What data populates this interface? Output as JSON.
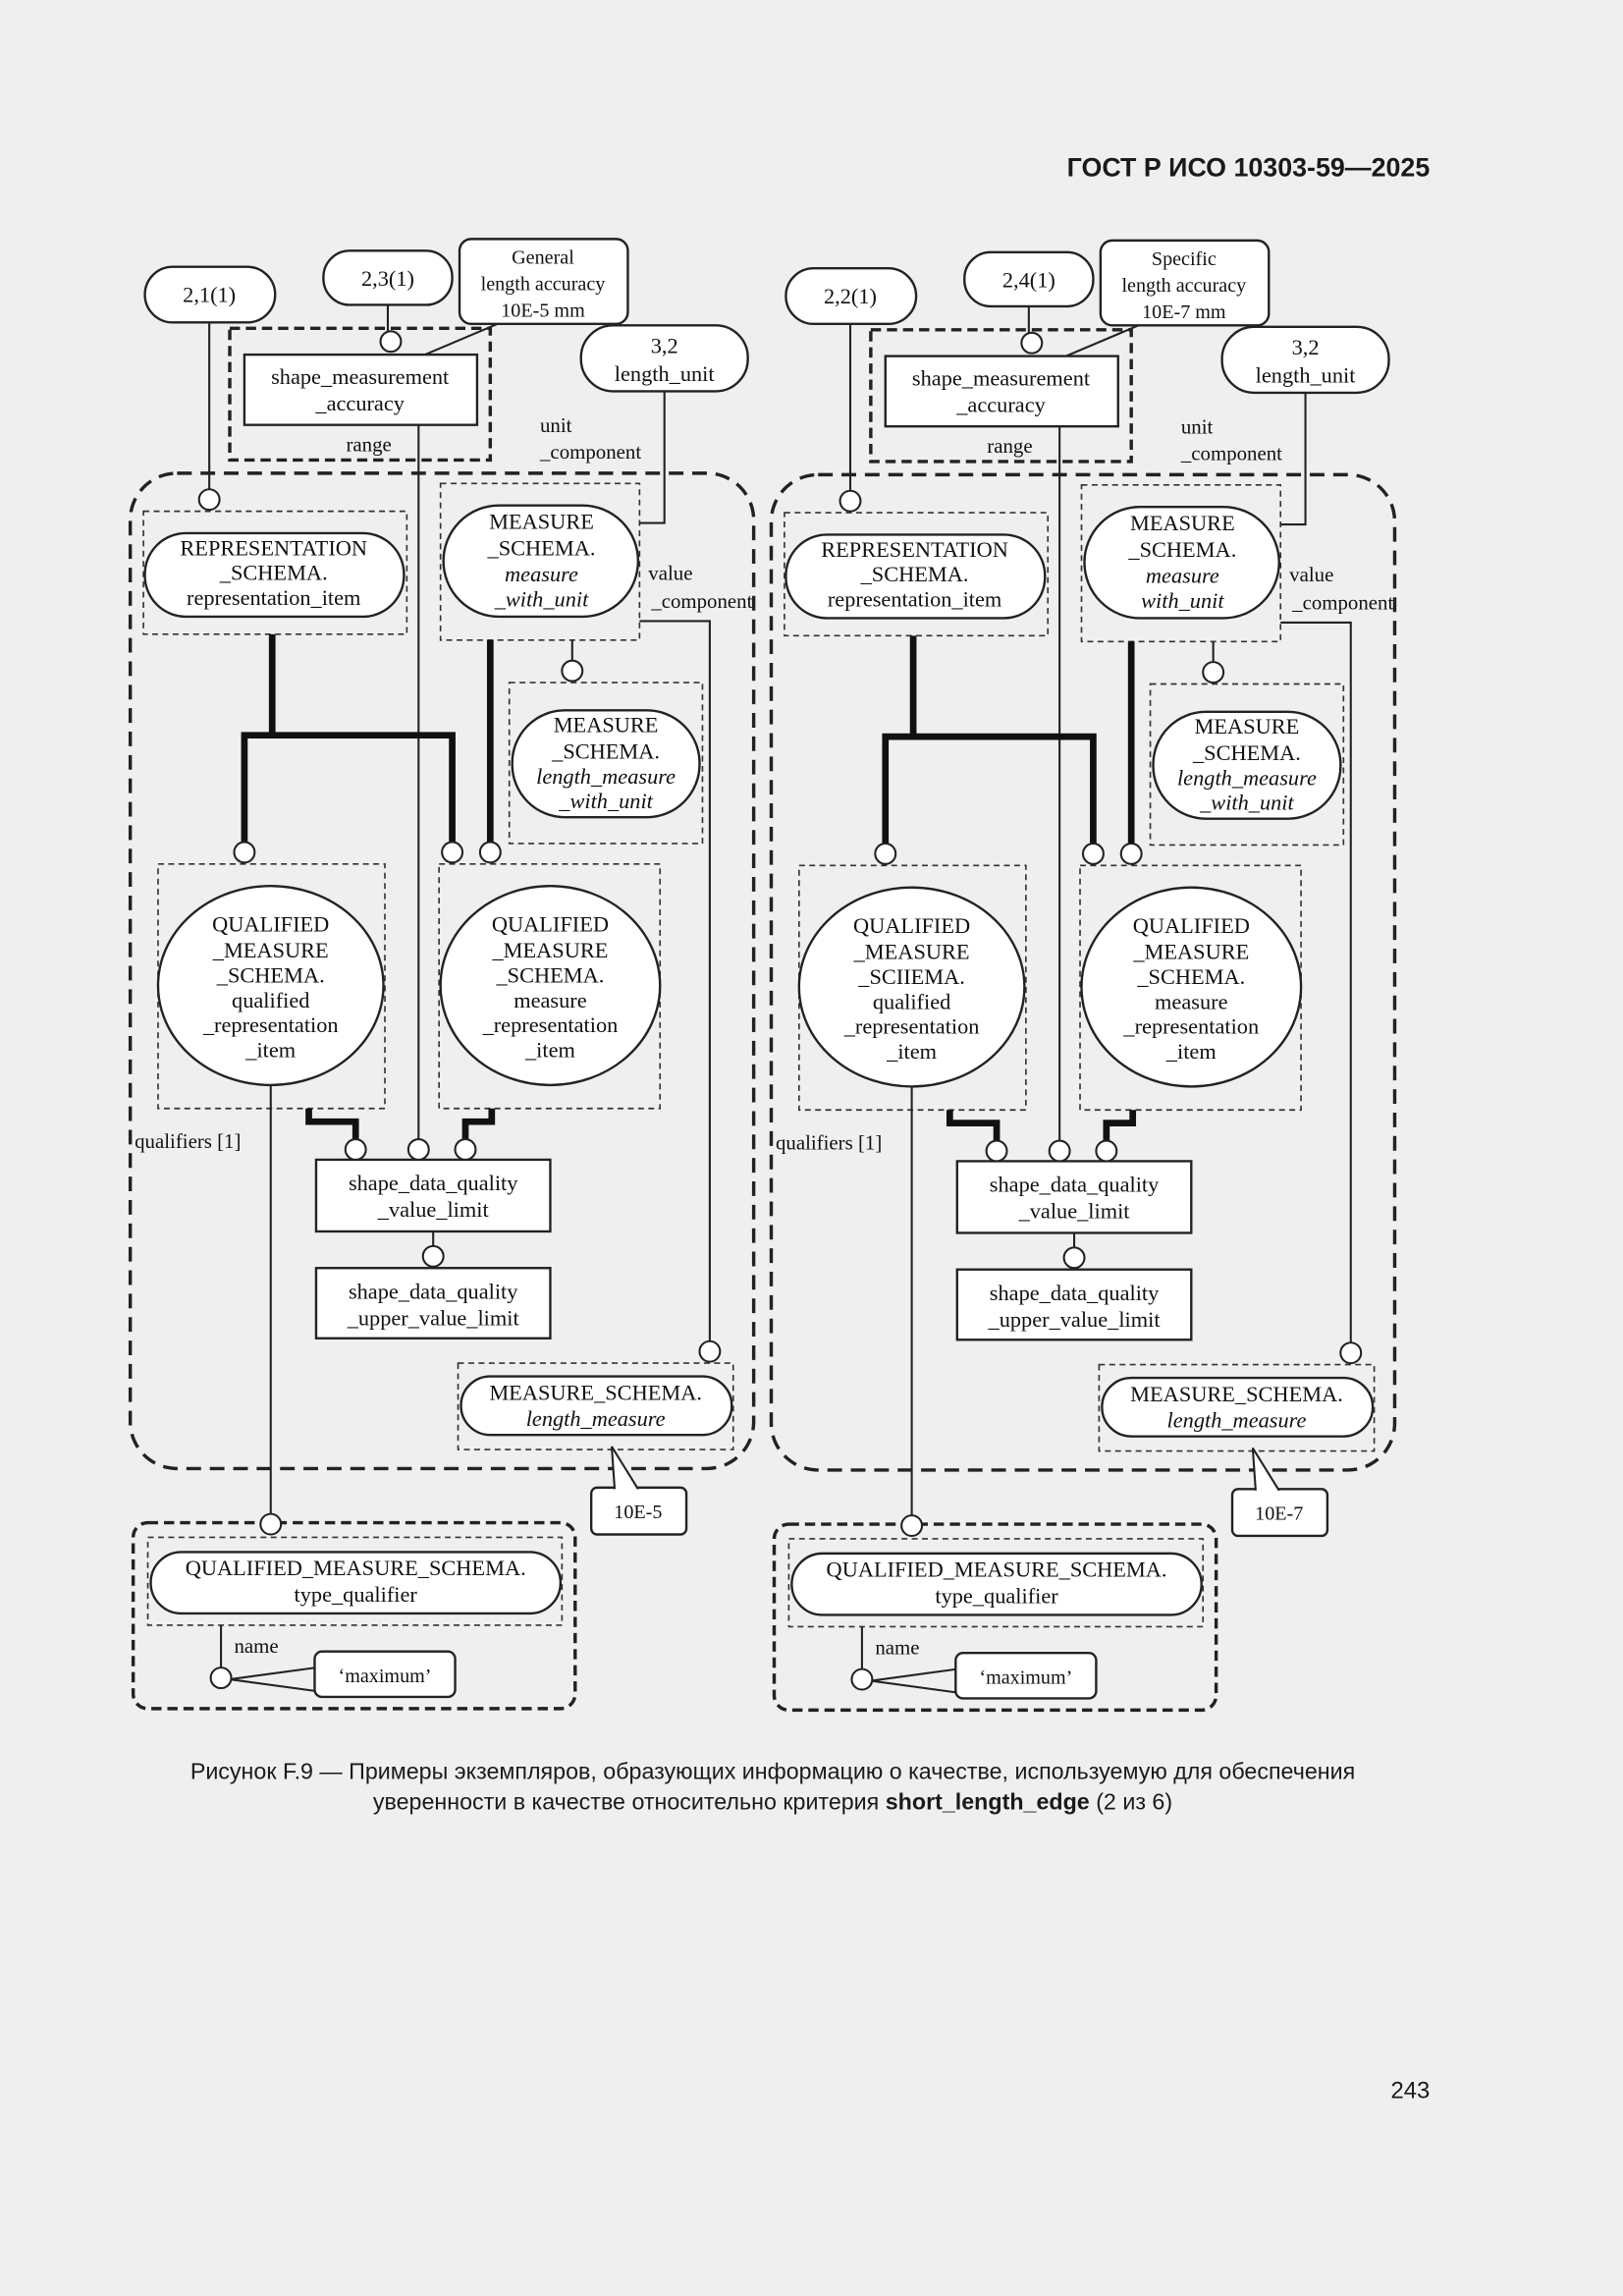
{
  "header": {
    "standard": "ГОСТ Р ИСО 10303-59—2025"
  },
  "diagrams": {
    "left": {
      "ref_representation": "2,1(1)",
      "ref_accuracy": "2,3(1)",
      "accuracy_note": [
        "General",
        "length accuracy",
        "10E-5 mm"
      ],
      "length_unit_ref": [
        "3,2",
        "length_unit"
      ],
      "shape_measurement_accuracy": [
        "shape_measurement",
        "_accuracy"
      ],
      "range_label": "range",
      "unit_component_label": [
        "unit",
        "_component"
      ],
      "value_component_label": [
        "value",
        "_component"
      ],
      "representation_item": [
        "REPRESENTATION",
        "_SCHEMA.",
        "representation_item"
      ],
      "measure_with_unit": [
        "MEASURE",
        "_SCHEMA.",
        "measure",
        "_with_unit"
      ],
      "length_measure_with_unit": [
        "MEASURE",
        "_SCHEMA.",
        "length_measure",
        "_with_unit"
      ],
      "qualified_representation_item": [
        "QUALIFIED",
        "_MEASURE",
        "_SCHEMA.",
        "qualified",
        "_representation",
        "_item"
      ],
      "measure_representation_item": [
        "QUALIFIED",
        "_MEASURE",
        "_SCHEMA.",
        "measure",
        "_representation",
        "_item"
      ],
      "qualifiers_label": "qualifiers [1]",
      "value_limit": [
        "shape_data_quality",
        "_value_limit"
      ],
      "upper_value_limit": [
        "shape_data_quality",
        "_upper_value_limit"
      ],
      "length_measure": [
        "MEASURE_SCHEMA.",
        "length_measure"
      ],
      "length_measure_value": "10E-5",
      "type_qualifier": [
        "QUALIFIED_MEASURE_SCHEMA.",
        "type_qualifier"
      ],
      "name_label": "name",
      "name_value": "‘maximum’"
    },
    "right": {
      "ref_representation": "2,2(1)",
      "ref_accuracy": "2,4(1)",
      "accuracy_note": [
        "Specific",
        "length accuracy",
        "10E-7 mm"
      ],
      "length_unit_ref": [
        "3,2",
        "length_unit"
      ],
      "shape_measurement_accuracy": [
        "shape_measurement",
        "_accuracy"
      ],
      "range_label": "range",
      "unit_component_label": [
        "unit",
        "_component"
      ],
      "value_component_label": [
        "value",
        "_component"
      ],
      "representation_item": [
        "REPRESENTATION",
        "_SCHEMA.",
        "representation_item"
      ],
      "measure_with_unit": [
        "MEASURE",
        "_SCHEMA.",
        "measure",
        "with_unit"
      ],
      "length_measure_with_unit": [
        "MEASURE",
        "_SCHEMA.",
        "length_measure",
        "_with_unit"
      ],
      "qualified_representation_item": [
        "QUALIFIED",
        "_MEASURE",
        "_SCIIEMA.",
        "qualified",
        "_representation",
        "_item"
      ],
      "measure_representation_item": [
        "QUALIFIED",
        "_MEASURE",
        "_SCHEMA.",
        "measure",
        "_representation",
        "_item"
      ],
      "qualifiers_label": "qualifiers [1]",
      "value_limit": [
        "shape_data_quality",
        "_value_limit"
      ],
      "upper_value_limit": [
        "shape_data_quality",
        "_upper_value_limit"
      ],
      "length_measure": [
        "MEASURE_SCHEMA.",
        "length_measure"
      ],
      "length_measure_value": "10E-7",
      "type_qualifier": [
        "QUALIFIED_MEASURE_SCHEMA.",
        "type_qualifier"
      ],
      "name_label": "name",
      "name_value": "‘maximum’"
    }
  },
  "caption": {
    "line1": "Рисунок F.9 — Примеры экземпляров, образующих информацию о качестве, используемую для обеспечения",
    "line2_text": "уверенности в качестве относительно критерия ",
    "line2_bold": "short_length_edge",
    "line2_suffix": " (2 из 6)"
  },
  "page_number": "243"
}
